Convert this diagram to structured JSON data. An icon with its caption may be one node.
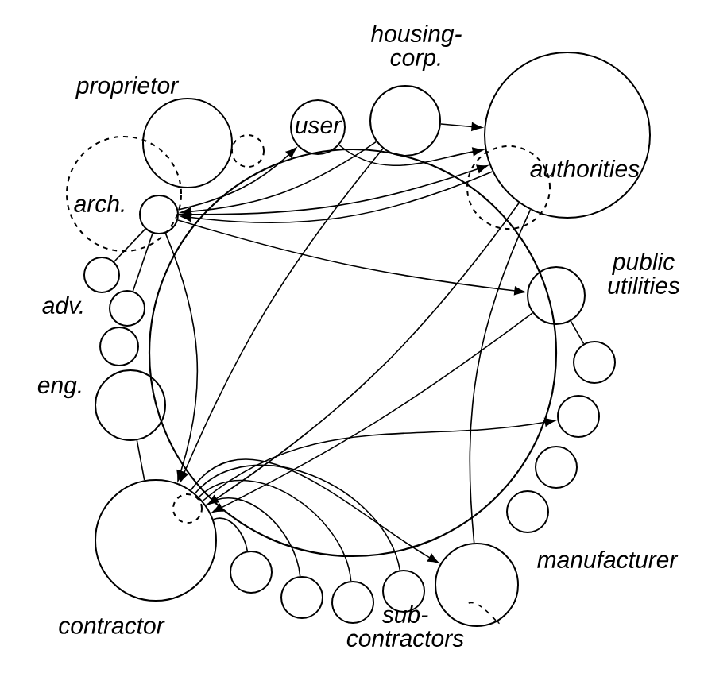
{
  "diagram": {
    "nodes": [
      {
        "text": [
          "proprietor"
        ]
      },
      {
        "text": [
          "user"
        ]
      },
      {
        "text": [
          "housing-corp."
        ]
      },
      {
        "text": [
          "authorities"
        ]
      },
      {
        "text": [
          "arch."
        ]
      },
      {
        "text": [
          "public utilities"
        ]
      },
      {
        "text": [
          "adv."
        ]
      },
      {
        "text": [
          "eng."
        ]
      },
      {
        "text": [
          "contractor"
        ]
      },
      {
        "text": [
          "sub-contractors"
        ]
      },
      {
        "text": [
          "manufacturer"
        ]
      },
      {
        "text": [],
        "shape": "circle"
      },
      {
        "text": [],
        "shape": "circle"
      },
      {
        "text": [],
        "shape": "circle"
      },
      {
        "text": [],
        "shape": "circle"
      },
      {
        "text": [],
        "shape": "circle"
      },
      {
        "text": [],
        "shape": "circle"
      },
      {
        "text": [],
        "shape": "circle"
      },
      {
        "text": [],
        "shape": "circle"
      },
      {
        "text": [],
        "shape": "circle"
      },
      {
        "text": [],
        "shape": "circle"
      },
      {
        "text": [],
        "shape": "circle"
      }
    ],
    "edges": [
      {
        "from": 4,
        "to": 8,
        "arrow": "to"
      },
      {
        "from": 4,
        "to": 3,
        "arrow": "to"
      },
      {
        "from": 4,
        "to": 1,
        "arrow": "to"
      },
      {
        "from": 4,
        "to": 5,
        "arrow": "to"
      },
      {
        "from": 3,
        "to": 8,
        "arrow": "to"
      },
      {
        "from": 3,
        "to": 4,
        "arrow": "to"
      },
      {
        "from": 2,
        "to": 8,
        "arrow": "to"
      },
      {
        "from": 2,
        "to": 4,
        "arrow": "to"
      },
      {
        "from": 2,
        "to": 3,
        "arrow": "to"
      },
      {
        "from": 1,
        "to": 3,
        "arrow": "to"
      },
      {
        "from": 5,
        "to": 8,
        "arrow": "to"
      },
      {
        "from": 8,
        "to": 18,
        "arrow": "none"
      },
      {
        "from": 8,
        "to": 19,
        "arrow": "none"
      },
      {
        "from": 8,
        "to": 20,
        "arrow": "none"
      },
      {
        "from": 8,
        "to": 21,
        "arrow": "none"
      },
      {
        "from": 8,
        "to": 10,
        "arrow": "to"
      },
      {
        "from": 8,
        "to": 15,
        "arrow": "to"
      },
      {
        "from": 8,
        "to": 7,
        "arrow": "none"
      },
      {
        "from": 10,
        "to": 3,
        "arrow": "none"
      },
      {
        "from": 6,
        "to": 4,
        "arrow": "none"
      },
      {
        "from": 12,
        "to": 4,
        "arrow": "none"
      },
      {
        "from": 5,
        "to": 14,
        "arrow": "none"
      },
      {
        "from": 9,
        "to": 10,
        "arrow": "none",
        "style": "dashed"
      }
    ]
  }
}
